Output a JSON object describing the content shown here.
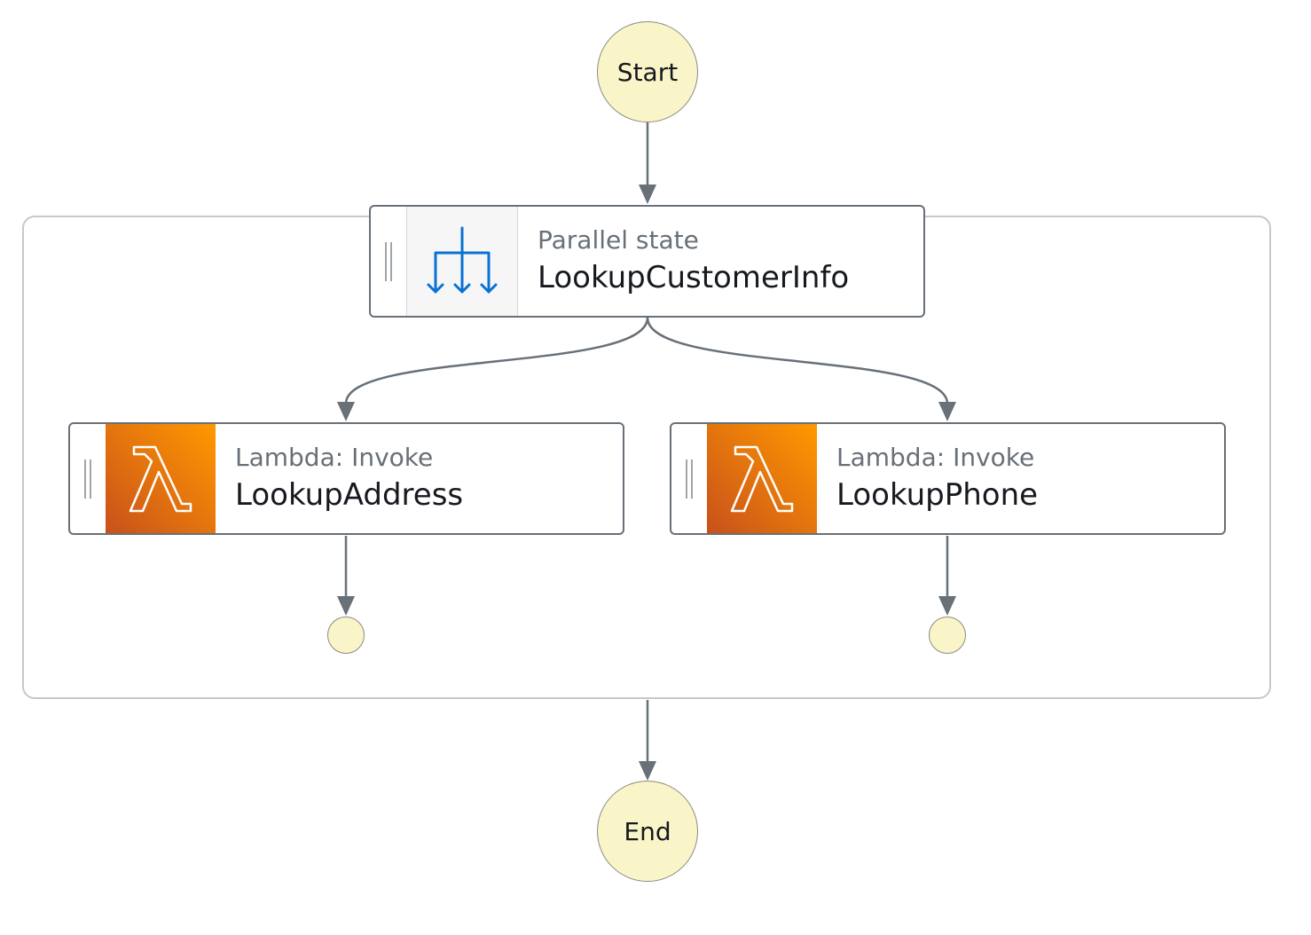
{
  "diagram": {
    "start_label": "Start",
    "end_label": "End",
    "parallel_state": {
      "type_label": "Parallel state",
      "name": "LookupCustomerInfo",
      "icon": "parallel-branch-icon"
    },
    "branches": [
      {
        "type_label": "Lambda: Invoke",
        "name": "LookupAddress",
        "icon": "lambda-icon"
      },
      {
        "type_label": "Lambda: Invoke",
        "name": "LookupPhone",
        "icon": "lambda-icon"
      }
    ]
  },
  "colors": {
    "edge": "#687078",
    "terminal_fill": "#faf5c8",
    "parallel_icon": "#0972d3",
    "lambda_gradient_start": "#c8511b",
    "lambda_gradient_end": "#ff9900"
  }
}
